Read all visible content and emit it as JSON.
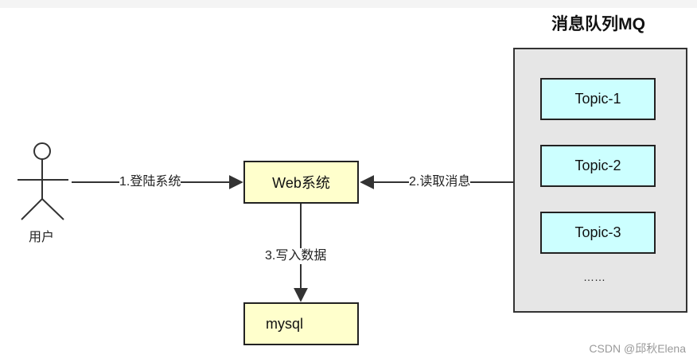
{
  "diagram": {
    "user_label": "用户",
    "web_box_label": "Web系统",
    "mysql_box_label": "mysql",
    "mq_title": "消息队列MQ",
    "topics": [
      "Topic-1",
      "Topic-2",
      "Topic-3"
    ],
    "topics_more": "……",
    "edges": {
      "login": "1.登陆系统",
      "read": "2.读取消息",
      "write": "3.写入数据"
    }
  },
  "watermark": "CSDN @邱秋Elena"
}
